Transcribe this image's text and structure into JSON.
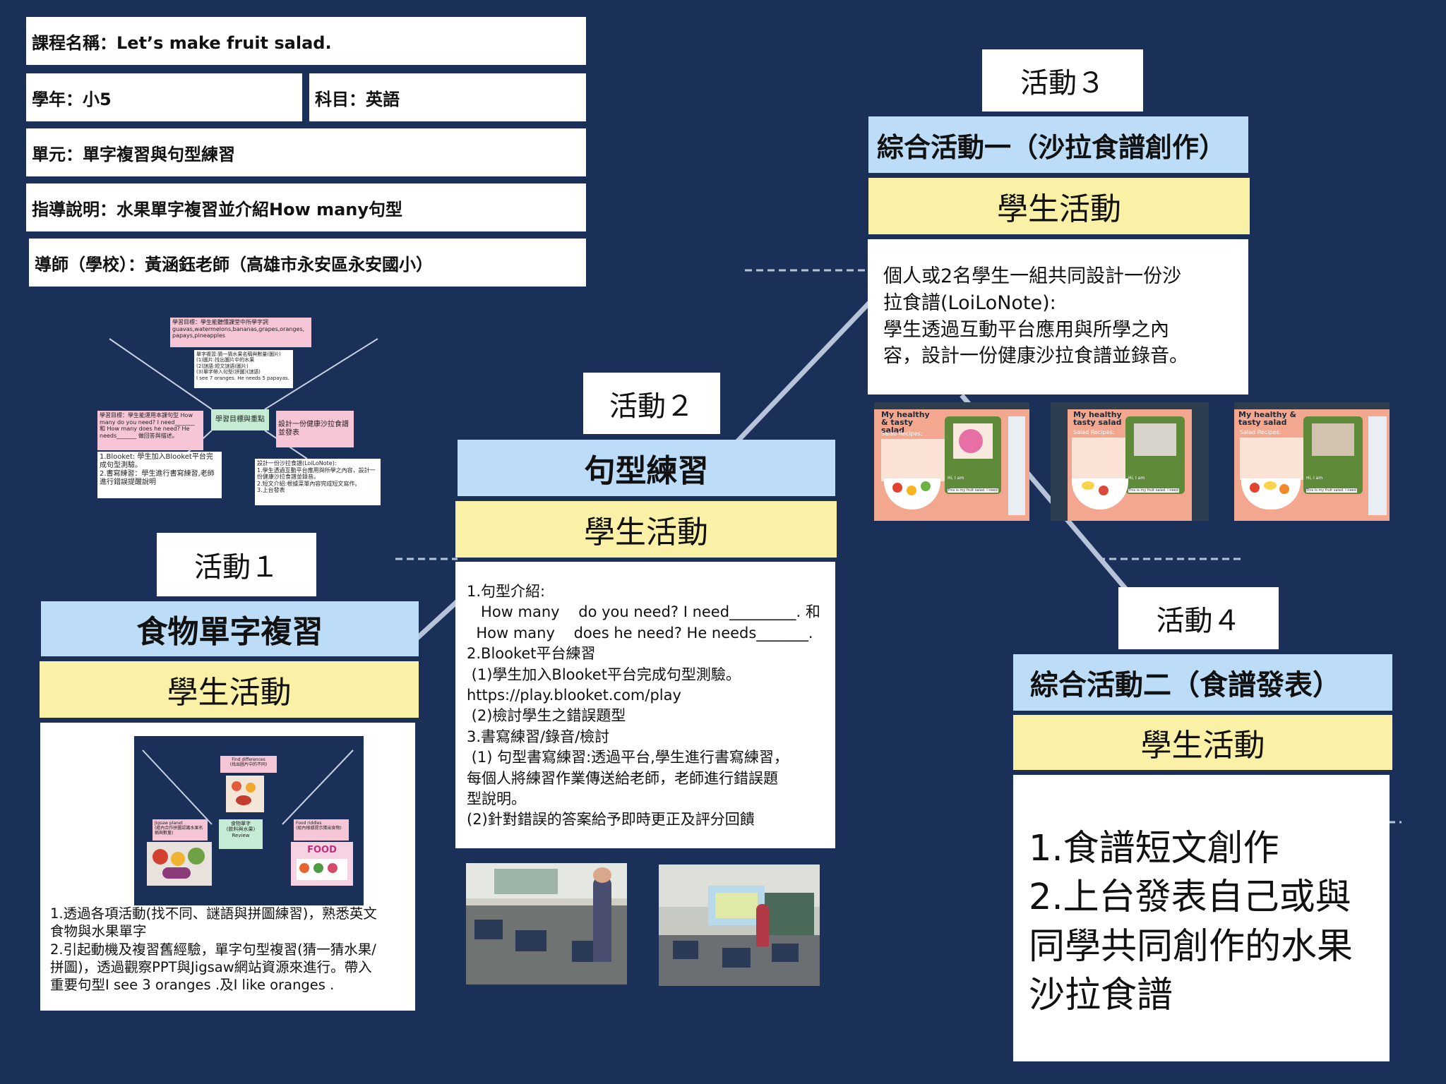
{
  "info": {
    "course": "課程名稱：Let’s make fruit salad.",
    "grade": "學年：小5",
    "subject": "科目：英語",
    "unit": "單元：單字複習與句型練習",
    "guide": "指導說明：水果單字複習並介紹How many句型",
    "teacher": "導師（學校）：黃涵鈺老師（高雄市永安區永安國小）"
  },
  "mindmap": {
    "goal_top": "學習目標：學生能聽懂課堂中所學字詞 guavas,watermelons,bananas,grapes,oranges, papays,pineapples",
    "review": "單字複習:猜一猜水果名稱與數量(圖片)\n(1)圖片:找出圖片中的水果\n(2)謎語:短文謎語(圖片)\n(3)單字帶入句型(拼圖)(謎語)\nI see 7 oranges. He needs 5 papayas.",
    "goal_left": "學習目標：學生能運用本課句型 How many do you need? I need_______ 和 How many does he need? He needs_______ 做回答與描述。",
    "center": "學習目標與重點",
    "design": "設計一份健康沙拉食譜並發表",
    "blooket": "1.Blooket: 學生加入Blooket平台完成句型測驗。\n2.書寫練習：學生進行書寫練習,老師進行錯誤提醒說明",
    "recipe": "設計一份沙拉食譜(LoiLoNote):\n1.學生透過互動平台應用與所學之內容，設計一份健康沙拉食譜並錄音。\n2.短文介紹:根據菜單內容完成短文寫作。\n3.上台發表"
  },
  "activity1": {
    "label": "活動１",
    "title": "食物單字複習",
    "student": "學生活動",
    "body": [
      "1.透過各項活動(找不同、謎語與拼圖練習)，熟悉英文",
      "食物與水果單字",
      "2.引起動機及複習舊經驗，單字句型複習(猜一猜水果/",
      "拼圖)，透過觀察PPT與Jigsaw網站資源來進行。帶入",
      "重要句型I see 3 oranges .及I like oranges ."
    ],
    "map": {
      "find": "Find differences\n(找出圖片中的不同)",
      "food": "食物單字\n(飲料與水果)\nReview",
      "jigsaw": "Jigsaw planet\n(組內合作拼圖認識水果名稱與數量)",
      "riddles": "Food riddles\n(組內根據提示猜出食物)",
      "foodword": "FOOD"
    }
  },
  "activity2": {
    "label": "活動２",
    "title": "句型練習",
    "student": "學生活動",
    "body": [
      "1.句型介紹:",
      "   How many    do you need? I need_________. 和",
      "  How many    does he need? He needs_______.",
      "2.Blooket平台練習",
      " (1)學生加入Blooket平台完成句型測驗。",
      "https://play.blooket.com/play",
      " (2)檢討學生之錯誤題型",
      "3.書寫練習/錄音/檢討",
      " (1) 句型書寫練習:透過平台,學生進行書寫練習，",
      "每個人將練習作業傳送給老師，老師進行錯誤題",
      "型說明。",
      "(2)針對錯誤的答案給予即時更正及評分回饋"
    ]
  },
  "activity3": {
    "label": "活動３",
    "title": "綜合活動一（沙拉食譜創作）",
    "student": "學生活動",
    "body": [
      "個人或2名學生一組共同設計一份沙",
      "拉食譜(LoiLoNote):",
      "學生透過互動平台應用與所學之內",
      "容，設計一份健康沙拉食譜並錄音。"
    ],
    "cards": [
      {
        "title": "My healthy & tasty salad",
        "sub": "Salad Recipes:",
        "me": "Hi, I am",
        "fruit": "This is my fruit salad. I need"
      },
      {
        "title": "My healthy tasty salad",
        "sub": "Salad Recipes:",
        "me": "Hi, I am",
        "fruit": "This is my fruit salad. I need"
      },
      {
        "title": "My healthy & tasty salad",
        "sub": "Salad Recipes:",
        "me": "Hi, I am",
        "fruit": "This is my fruit salad. I need"
      }
    ]
  },
  "activity4": {
    "label": "活動４",
    "title": "綜合活動二（食譜發表）",
    "student": "學生活動",
    "body": [
      "1.食譜短文創作",
      "2.上台發表自己或與",
      "同學共同創作的水果",
      "沙拉食譜"
    ]
  },
  "colors": {
    "background": "#1b3059",
    "title_blue": "#bcdcf7",
    "student_yellow": "#fbf1a6",
    "connector": "#b6c3d9"
  }
}
